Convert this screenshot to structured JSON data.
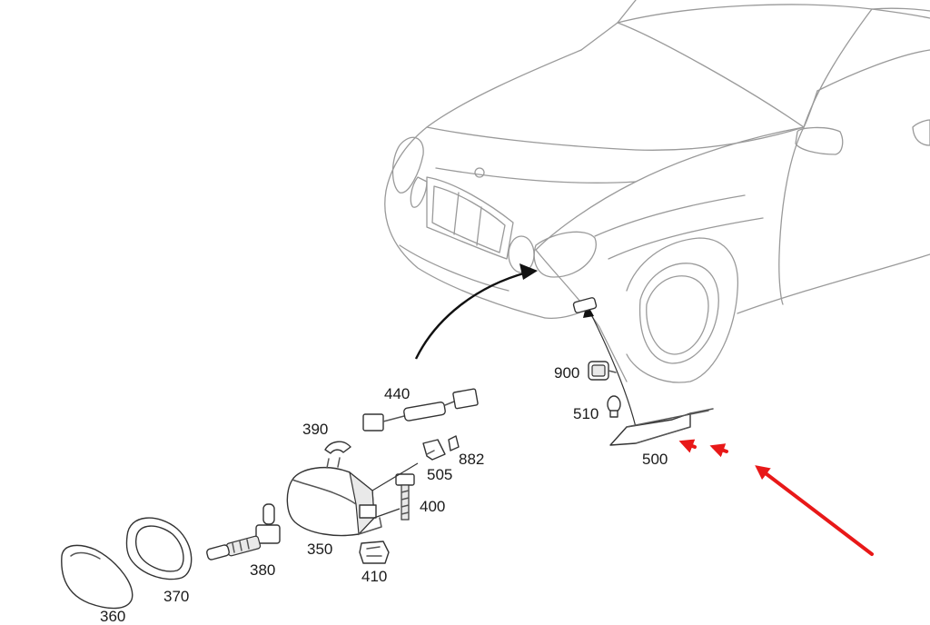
{
  "parts": [
    {
      "id": "p440",
      "number": "440"
    },
    {
      "id": "p390",
      "number": "390"
    },
    {
      "id": "p882",
      "number": "882"
    },
    {
      "id": "p505",
      "number": "505"
    },
    {
      "id": "p400",
      "number": "400"
    },
    {
      "id": "p350",
      "number": "350"
    },
    {
      "id": "p380",
      "number": "380"
    },
    {
      "id": "p410",
      "number": "410"
    },
    {
      "id": "p370",
      "number": "370"
    },
    {
      "id": "p360",
      "number": "360"
    },
    {
      "id": "p900",
      "number": "900"
    },
    {
      "id": "p510",
      "number": "510"
    },
    {
      "id": "p500",
      "number": "500"
    }
  ],
  "colors": {
    "outline": "#9a9a9a",
    "part": "#333333",
    "highlight_arrow": "#e81818"
  }
}
